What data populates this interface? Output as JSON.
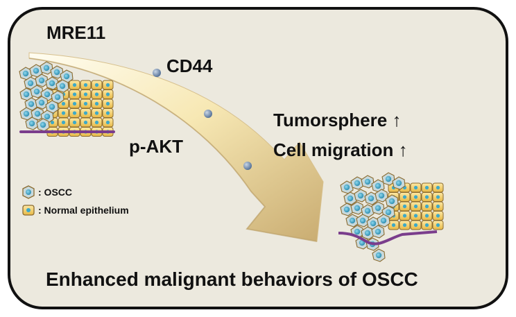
{
  "labels": {
    "mre11": "MRE11",
    "cd44": "CD44",
    "pakt": "p-AKT",
    "tumorsphere": "Tumorsphere ↑",
    "migration": "Cell migration ↑",
    "conclusion": "Enhanced malignant behaviors of OSCC"
  },
  "legend": {
    "oscc": ": OSCC",
    "normal": ": Normal epithelium"
  },
  "colors": {
    "panel_bg": "#ece9de",
    "panel_border": "#111111",
    "arrow_light": "#fff8d8",
    "arrow_dark": "#cdb27a",
    "oscc_cell": "#3da9c8",
    "normal_cell": "#f2cf63",
    "cell_outline": "#8a6a2e",
    "basement": "#7a3d8c"
  }
}
